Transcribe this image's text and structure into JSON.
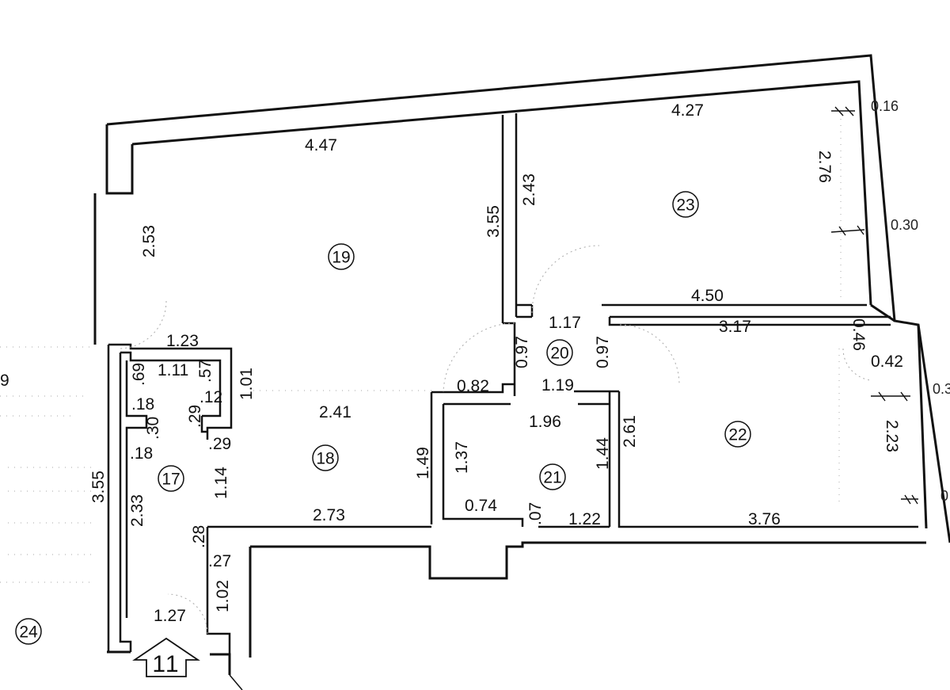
{
  "rooms": [
    {
      "id": "19"
    },
    {
      "id": "23"
    },
    {
      "id": "20"
    },
    {
      "id": "22"
    },
    {
      "id": "18"
    },
    {
      "id": "21"
    },
    {
      "id": "17"
    },
    {
      "id": "24"
    }
  ],
  "entrance": {
    "label": "11"
  },
  "dimensions": {
    "d447": "4.47",
    "d253": "2.53",
    "d355a": "3.55",
    "d243": "2.43",
    "d427": "4.27",
    "d016": "0.16",
    "d276": "2.76",
    "d030": "0.30",
    "d450": "4.50",
    "d117": "1.17",
    "d317": "3.17",
    "d046": "0.46",
    "d097a": "0.97",
    "d097b": "0.97",
    "d042": "0.42",
    "d223": "2.23",
    "d123": "1.23",
    "d111": "1.11",
    "d069": ".69",
    "d057": ".57",
    "d018a": ".18",
    "d012": ".12",
    "d101": "1.01",
    "d241": "2.41",
    "d082": "0.82",
    "d119": "1.19",
    "d196": "1.96",
    "d261": "2.61",
    "d030b": ".30",
    "d029a": ".29",
    "d029b": ".29",
    "d018b": ".18",
    "d149": "1.49",
    "d137": "1.37",
    "d144": "1.44",
    "d355b": "3.55",
    "d114": "1.14",
    "d233": "2.33",
    "d273": "2.73",
    "d074": "0.74",
    "d007": ".07",
    "d122": "1.22",
    "d376": "3.76",
    "d028": ".28",
    "d027": ".27",
    "d102": "1.02",
    "d127": "1.27",
    "edge_9": "9",
    "edge_03": "0.3",
    "edge_0": "0"
  }
}
